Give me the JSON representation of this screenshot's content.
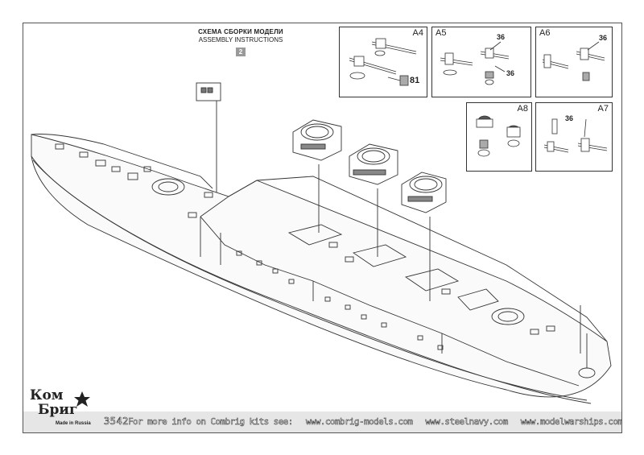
{
  "header": {
    "title_ru": "СХЕМА СБОРКИ МОДЕЛИ",
    "title_en": "ASSEMBLY INSTRUCTIONS",
    "page_number": "2"
  },
  "boxes": {
    "a4": {
      "label": "A4",
      "part_ref": "81"
    },
    "a5": {
      "label": "A5",
      "part_ref_1": "36",
      "part_ref_2": "36"
    },
    "a6": {
      "label": "A6",
      "part_ref": "36"
    },
    "a8": {
      "label": "A8"
    },
    "a7": {
      "label": "A7",
      "part_ref": "36"
    }
  },
  "footer": {
    "brand_line1": "Ком",
    "brand_line2": "Бриг",
    "made_in": "Made in Russia",
    "kit_code": "3542",
    "info_text": "For more info on Combrig kits see:",
    "url_1": "www.combrig-models.com",
    "url_2": "www.steelnavy.com",
    "url_3": "www.modelwarships.com"
  }
}
